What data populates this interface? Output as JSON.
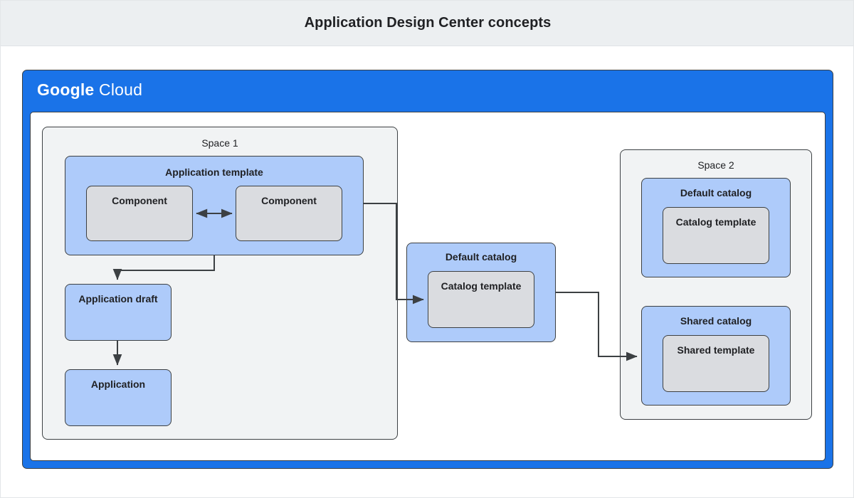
{
  "header": {
    "title": "Application Design Center concepts"
  },
  "cloud_frame": {
    "brand_first": "Google",
    "brand_second": "Cloud"
  },
  "space1": {
    "label": "Space 1",
    "app_template": {
      "label": "Application template",
      "components": [
        {
          "label": "Component"
        },
        {
          "label": "Component"
        }
      ]
    },
    "app_draft": {
      "label": "Application draft"
    },
    "application": {
      "label": "Application"
    },
    "default_catalog": {
      "label": "Default catalog",
      "template_label": "Catalog template"
    }
  },
  "space2": {
    "label": "Space 2",
    "default_catalog": {
      "label": "Default catalog",
      "template_label": "Catalog template"
    },
    "shared_catalog": {
      "label": "Shared catalog",
      "template_label": "Shared template"
    }
  },
  "colors": {
    "header_bg": "#eceff1",
    "brand_blue": "#1a73e8",
    "box_blue": "#aecbfa",
    "box_grey": "#dadce0",
    "space_grey": "#f1f3f4",
    "stroke": "#3c4043",
    "text": "#202124"
  },
  "connectors": [
    {
      "name": "component-to-component",
      "kind": "bidirectional"
    },
    {
      "name": "app-template-to-app-draft",
      "kind": "arrow"
    },
    {
      "name": "app-draft-to-application",
      "kind": "arrow"
    },
    {
      "name": "app-template-to-default-catalog",
      "kind": "arrow"
    },
    {
      "name": "default-catalog-to-shared-catalog",
      "kind": "arrow"
    }
  ]
}
